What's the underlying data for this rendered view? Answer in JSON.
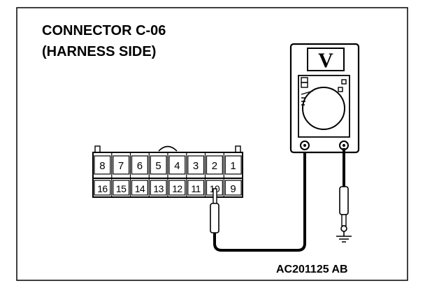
{
  "title": {
    "line1": "CONNECTOR C-06",
    "line2": "(HARNESS SIDE)"
  },
  "connector": {
    "top_row": [
      "8",
      "7",
      "6",
      "5",
      "4",
      "3",
      "2",
      "1"
    ],
    "bottom_row": [
      "16",
      "15",
      "14",
      "13",
      "12",
      "11",
      "10",
      "9"
    ]
  },
  "meter": {
    "display": "V"
  },
  "figure_code": "AC201125 AB"
}
